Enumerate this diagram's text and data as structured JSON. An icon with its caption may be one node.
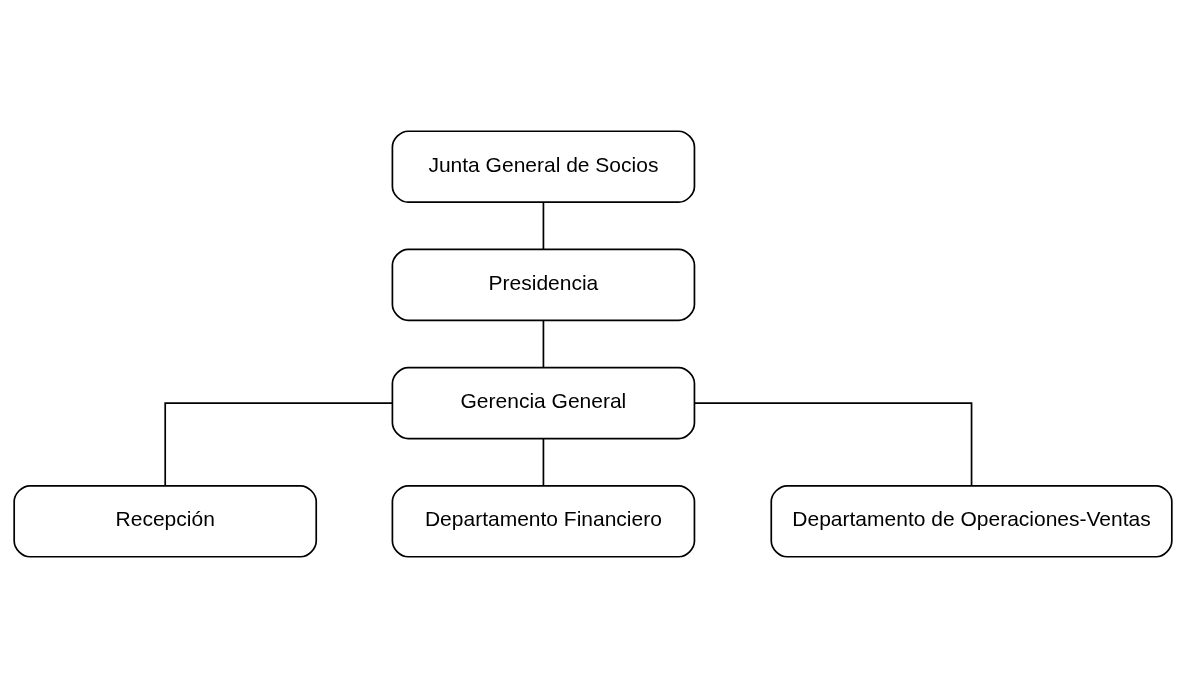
{
  "diagram": {
    "nodes": [
      {
        "text": [
          "Junta General de Socios"
        ]
      },
      {
        "text": [
          "Presidencia"
        ]
      },
      {
        "text": [
          "Gerencia General"
        ]
      },
      {
        "text": [
          "Recepción"
        ]
      },
      {
        "text": [
          "Departamento Financiero"
        ]
      },
      {
        "text": [
          "Departamento de Operaciones-Ventas"
        ]
      }
    ],
    "edges": [
      {
        "from": 0,
        "to": 1,
        "arrow": "none"
      },
      {
        "from": 1,
        "to": 2,
        "arrow": "none"
      },
      {
        "from": 2,
        "to": 3,
        "arrow": "none"
      },
      {
        "from": 2,
        "to": 4,
        "arrow": "none"
      },
      {
        "from": 2,
        "to": 5,
        "arrow": "none"
      }
    ]
  }
}
